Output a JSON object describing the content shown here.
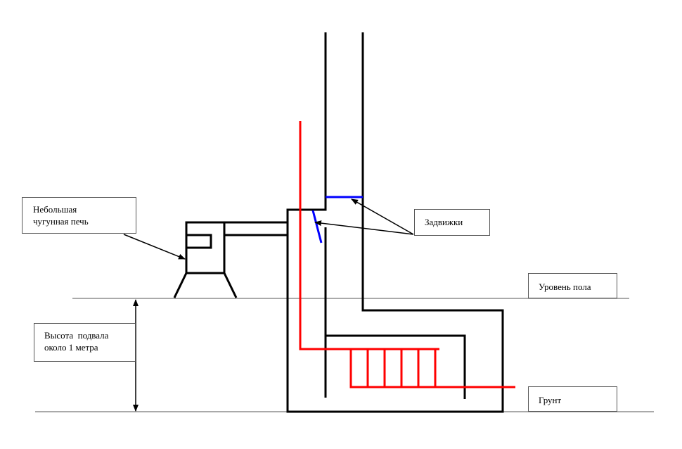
{
  "diagram": {
    "colors": {
      "structure": "#000000",
      "pipe": "#ff0000",
      "damper": "#0000ff",
      "level_line": "#555555"
    },
    "labels": {
      "stove": "Небольшая\nчугунная печь",
      "dampers": "Задвижки",
      "floor_level": "Уровень пола",
      "basement_height": "Высота  подвала\nоколо 1 метра",
      "ground": "Грунт"
    }
  }
}
